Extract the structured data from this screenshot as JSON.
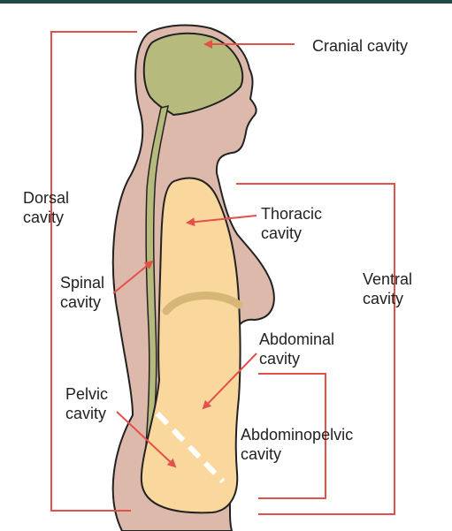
{
  "colors": {
    "bracket": "#e2514a",
    "arrow": "#e2514a",
    "body": "#dcb9ab",
    "cranial": "#b6bb7d",
    "ventral_organ": "#f9d79d",
    "diaphragm": "#d7b777",
    "divider": "#ffffff",
    "outline": "#222222"
  },
  "labels": {
    "cranial": [
      "Cranial cavity"
    ],
    "dorsal": [
      "Dorsal",
      "cavity"
    ],
    "thoracic": [
      "Thoracic",
      "cavity"
    ],
    "ventral": [
      "Ventral",
      "cavity"
    ],
    "spinal": [
      "Spinal",
      "cavity"
    ],
    "abdominal": [
      "Abdominal",
      "cavity"
    ],
    "pelvic": [
      "Pelvic",
      "cavity"
    ],
    "abdominopelvic": [
      "Abdominopelvic",
      "cavity"
    ]
  }
}
